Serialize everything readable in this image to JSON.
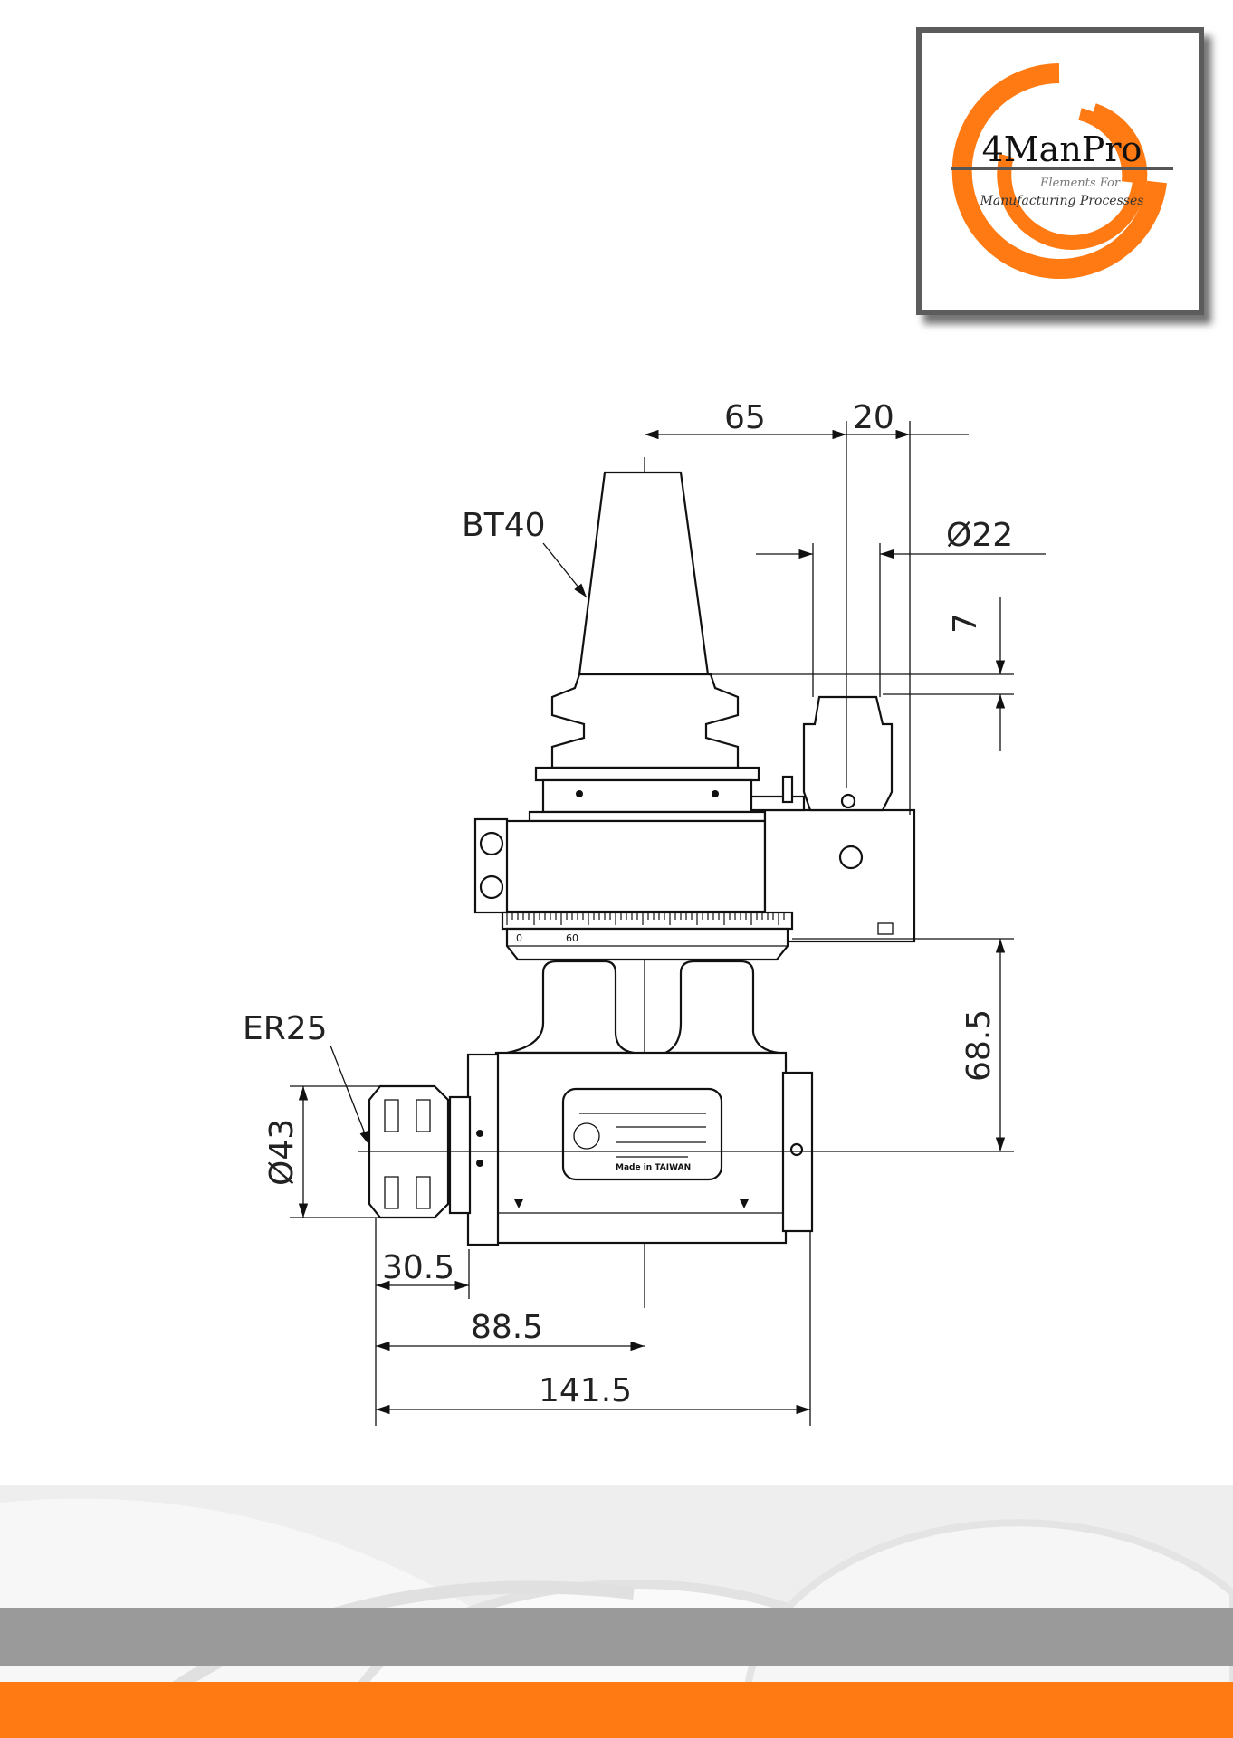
{
  "logo": {
    "brand": "4ManPro",
    "tagline_1": "Elements For",
    "tagline_2": "Manufacturing Processes"
  },
  "drawing": {
    "labels": {
      "holder": "BT40",
      "collet": "ER25"
    },
    "dimensions": {
      "d65": "65",
      "d20": "20",
      "dia22": "Ø22",
      "d7": "7",
      "d68_5": "68.5",
      "dia43": "Ø43",
      "d30_5": "30.5",
      "d88_5": "88.5",
      "d141_5": "141.5"
    },
    "scale_ring": {
      "mark_a": "0",
      "mark_b": "60"
    },
    "nameplate": {
      "footer": "Made in TAIWAN"
    }
  },
  "colors": {
    "accent": "#ff7a12",
    "band_gray": "#9a9a9a"
  }
}
